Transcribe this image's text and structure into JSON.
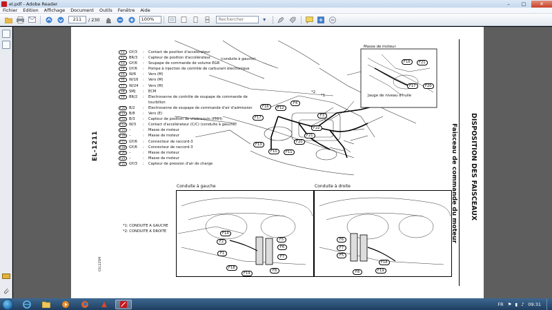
{
  "window": {
    "title": "el.pdf - Adobe Reader",
    "minimize": "–",
    "maximize": "□",
    "close": "✕"
  },
  "menu": [
    "Fichier",
    "Edition",
    "Affichage",
    "Document",
    "Outils",
    "Fenêtre",
    "Aide"
  ],
  "toolbar": {
    "page_current": "211",
    "page_total": "/ 230",
    "zoom": "100%",
    "search_placeholder": "Rechercher"
  },
  "document": {
    "page_code": "EL-1211",
    "figure_code": "CEL125M",
    "section_title": "DISPOSITION DES FAISCEAUX",
    "subsection_title": "Faisceau de commande du moteur",
    "legend_note": "(conduite à gauche)",
    "legend": [
      {
        "code": "F1",
        "wire": "GY/3",
        "desc": "Contact de position d'accélérateur"
      },
      {
        "code": "F2",
        "wire": "BR/3",
        "desc": "Capteur de position d'accélérateur"
      },
      {
        "code": "F3",
        "wire": "GY/6",
        "desc": "Soupape de commande de volume EGR"
      },
      {
        "code": "F4",
        "wire": "GY/6",
        "desc": "Pompe à injection de contrôle de carburant électronique"
      },
      {
        "code": "F5",
        "wire": "W/6",
        "desc": "Vers (M)"
      },
      {
        "code": "F6",
        "wire": "W/16",
        "desc": "Vers (M)"
      },
      {
        "code": "F7",
        "wire": "W/24",
        "desc": "Vers (M)"
      },
      {
        "code": "F8",
        "wire": "SMJ",
        "desc": "ECM"
      },
      {
        "code": "F9",
        "wire": "BR/2",
        "desc": "Electrovanne de contrôle de soupape de commande de"
      },
      {
        "code": "",
        "wire": "",
        "desc": "tourbillon"
      },
      {
        "code": "F10",
        "wire": "B/2",
        "desc": "Electrovanne de soupape de commande d'air d'admission"
      },
      {
        "code": "F11",
        "wire": "B/8",
        "desc": "Vers (E)"
      },
      {
        "code": "F12",
        "wire": "B/3",
        "desc": "Capteur de position de vilebrequin (PMH)"
      },
      {
        "code": "F13",
        "wire": "W/3",
        "desc": "Contact d'accélérateur (C/C) (conduite à gauche)"
      },
      {
        "code": "F15",
        "wire": "–",
        "desc": "Masse de moteur"
      },
      {
        "code": "F16",
        "wire": "–",
        "desc": "Masse de moteur"
      },
      {
        "code": "F17",
        "wire": "GY/6",
        "desc": "Connecteur de raccord-3"
      },
      {
        "code": "F18",
        "wire": "GY/6",
        "desc": "Connecteur de raccord-3"
      },
      {
        "code": "F20",
        "wire": "–",
        "desc": "Masse de moteur"
      },
      {
        "code": "F21",
        "wire": "–",
        "desc": "Masse de moteur"
      },
      {
        "code": "F22",
        "wire": "GY/3",
        "desc": "Capteur de pression d'air de charge"
      }
    ],
    "notes": [
      "*1: CONDUITE A GAUCHE",
      "*2: CONDUITE A DROITE"
    ],
    "inset": {
      "title": "Masse de moteur",
      "caption": "Jauge de niveau d'huile",
      "callouts": [
        "F16",
        "F21",
        "F17",
        "F20"
      ]
    },
    "main_callouts": [
      "F16",
      "F12",
      "F4",
      "F17",
      "F3",
      "F22",
      "F21",
      "F13",
      "F10",
      "F20",
      "F11",
      "*2",
      "*1"
    ],
    "left_panel": {
      "label": "Conduite à gauche",
      "callouts": [
        "F14",
        "F2",
        "F1",
        "F5",
        "F6",
        "F7",
        "F18",
        "F19",
        "F8"
      ]
    },
    "right_panel": {
      "label": "Conduite à droite",
      "callouts": [
        "F6",
        "F7",
        "F5",
        "F18",
        "F19",
        "F8"
      ]
    }
  },
  "taskbar": {
    "lang": "FR",
    "clock": "09:31"
  }
}
